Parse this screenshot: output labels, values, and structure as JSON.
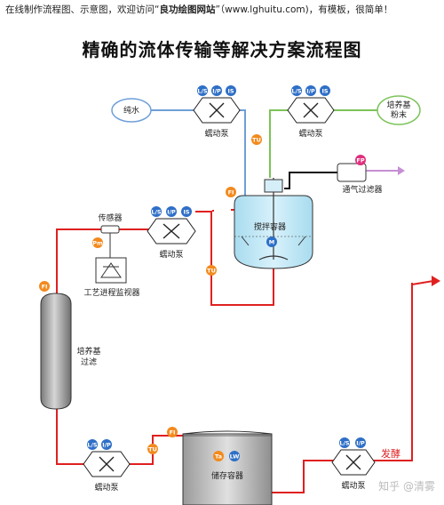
{
  "header": {
    "note_prefix": "在线制作流程图、示意图，欢迎访问“",
    "note_site": "良功绘图网站",
    "note_suffix": "”（www.lghuitu.com)，有模板，很简单！",
    "title": "精确的流体传输等解决方案流程图"
  },
  "labels": {
    "pure_water": "纯水",
    "medium_powder_1": "培养基",
    "medium_powder_2": "粉末",
    "pump": "蠕动泵",
    "air_filter": "通气过滤器",
    "mixing_vessel": "搅拌容器",
    "sensor": "传感器",
    "process_monitor": "工艺进程监视器",
    "medium_filter_1": "培养基",
    "medium_filter_2": "过滤",
    "storage_vessel": "储存容器",
    "fermentation": "发酵",
    "watermark": "知乎 @清雾"
  },
  "badges": {
    "ls": "L/S",
    "ip": "I/P",
    "is": "IS",
    "tu": "TU",
    "fi": "FI",
    "fp": "FP",
    "pm": "Pm",
    "m": "M",
    "ta": "Ta",
    "lw": "LW"
  },
  "colors": {
    "water_line": "#6f9fd8",
    "powder_line": "#7cc35a",
    "product_line": "#e02020",
    "air_line": "#111111",
    "vent_arrow": "#c58fd3",
    "badge_blue": "#2e6fc7",
    "badge_orange": "#f28a1e",
    "badge_pink": "#e0307d",
    "vessel_fill": "#bfe6f5"
  }
}
